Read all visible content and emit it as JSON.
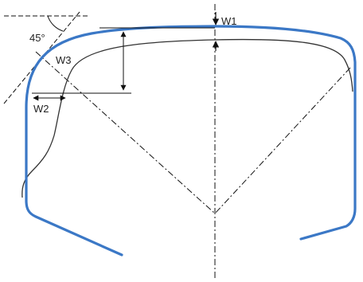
{
  "diagram": {
    "labels": {
      "w1": "W1",
      "w2": "W2",
      "w3": "W3",
      "angle": "45°"
    },
    "colors": {
      "outer_profile": "#3b78c6",
      "inner_profile": "#333333",
      "lines": "#111111",
      "text": "#222222"
    }
  }
}
